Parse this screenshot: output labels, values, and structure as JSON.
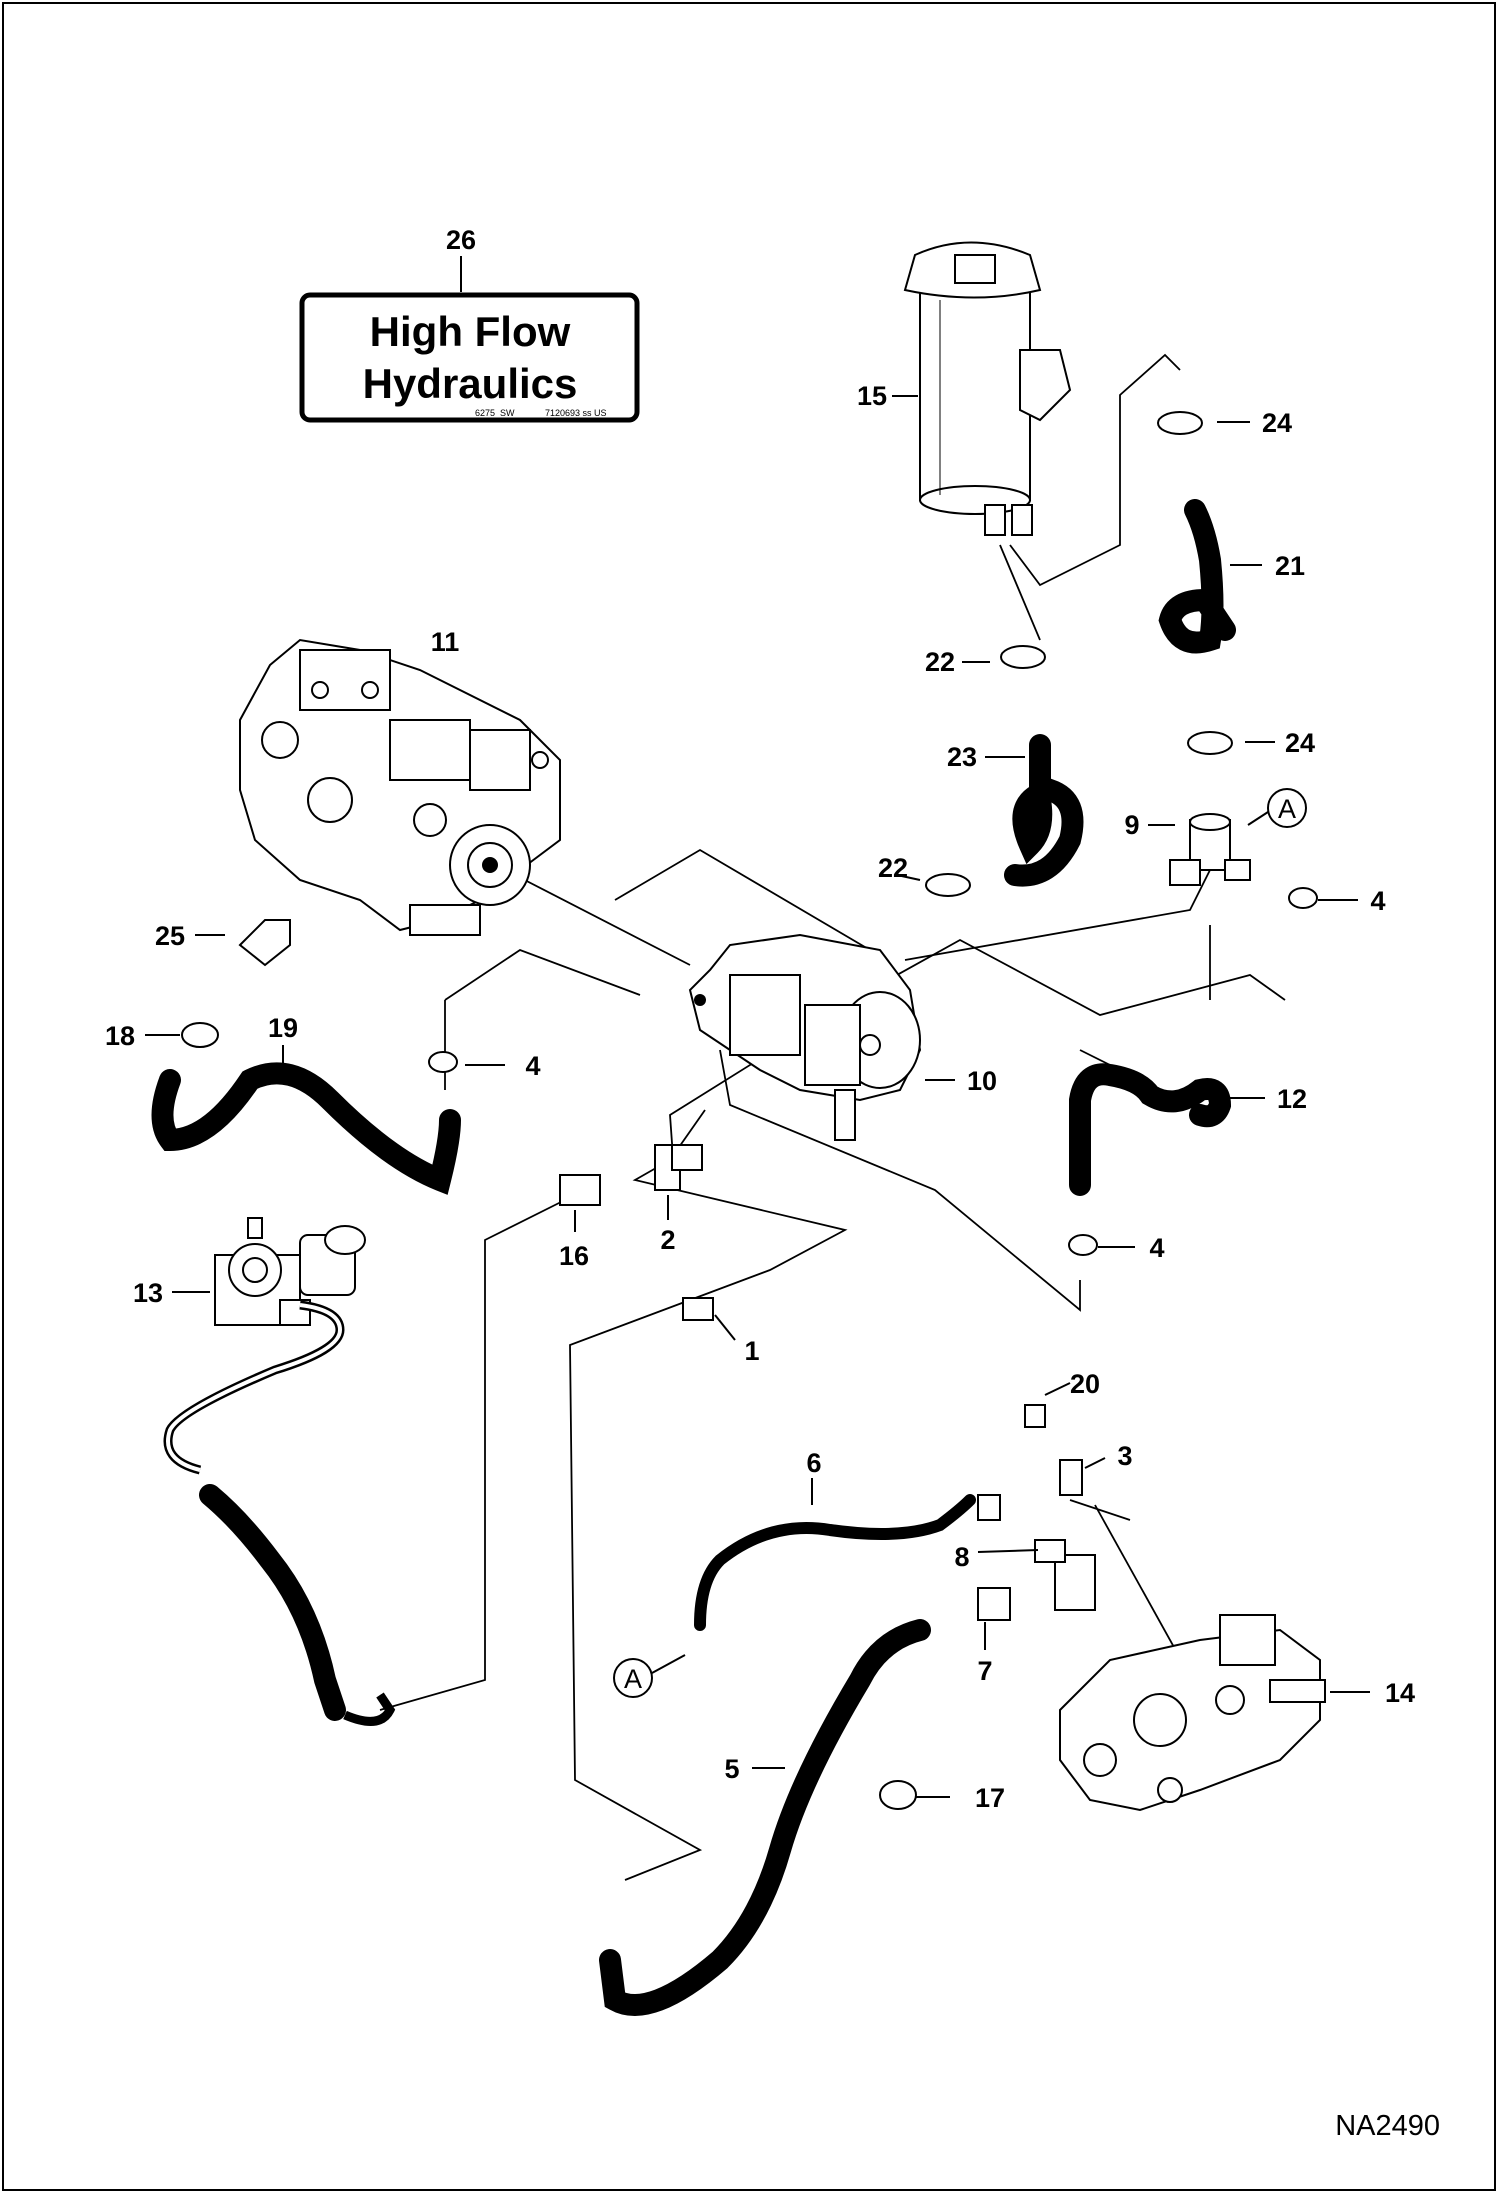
{
  "figure_id": "NA2490",
  "decal": {
    "line1": "High Flow",
    "line2": "Hydraulics",
    "code_left": "6275_SW",
    "code_right": "7120693 ss US"
  },
  "connector_label": "A",
  "callouts": {
    "c1": "1",
    "c2": "2",
    "c3": "3",
    "c4a": "4",
    "c4b": "4",
    "c4c": "4",
    "c5": "5",
    "c6": "6",
    "c7": "7",
    "c8": "8",
    "c9": "9",
    "c10": "10",
    "c11": "11",
    "c12": "12",
    "c13": "13",
    "c14": "14",
    "c15": "15",
    "c16": "16",
    "c17": "17",
    "c18": "18",
    "c19": "19",
    "c20": "20",
    "c21": "21",
    "c22a": "22",
    "c22b": "22",
    "c23": "23",
    "c24a": "24",
    "c24b": "24",
    "c25": "25",
    "c26": "26"
  }
}
